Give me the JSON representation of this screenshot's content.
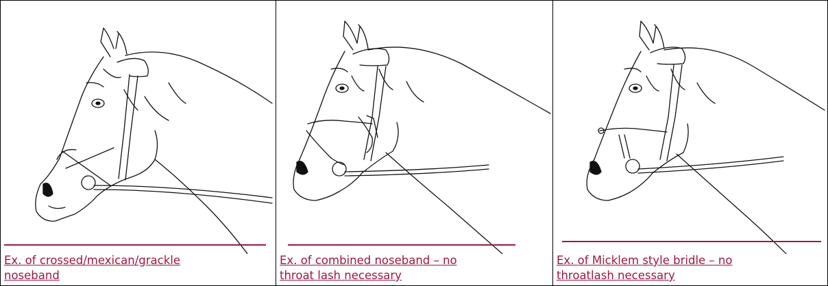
{
  "table": {
    "cells": [
      {
        "caption_line1": "Ex. of crossed/mexican/grackle",
        "caption_line2": "noseband",
        "figure": "horse-head-crossed-noseband"
      },
      {
        "caption_line1": "Ex. of combined noseband – no",
        "caption_line2": "throat lash necessary",
        "figure": "horse-head-combined-noseband"
      },
      {
        "caption_line1": "Ex. of Micklem style bridle – no",
        "caption_line2": "throatlash necessary",
        "figure": "horse-head-micklem-bridle"
      }
    ],
    "colors": {
      "border": "#000000",
      "link": "#a0163f",
      "background": "#ffffff"
    }
  }
}
